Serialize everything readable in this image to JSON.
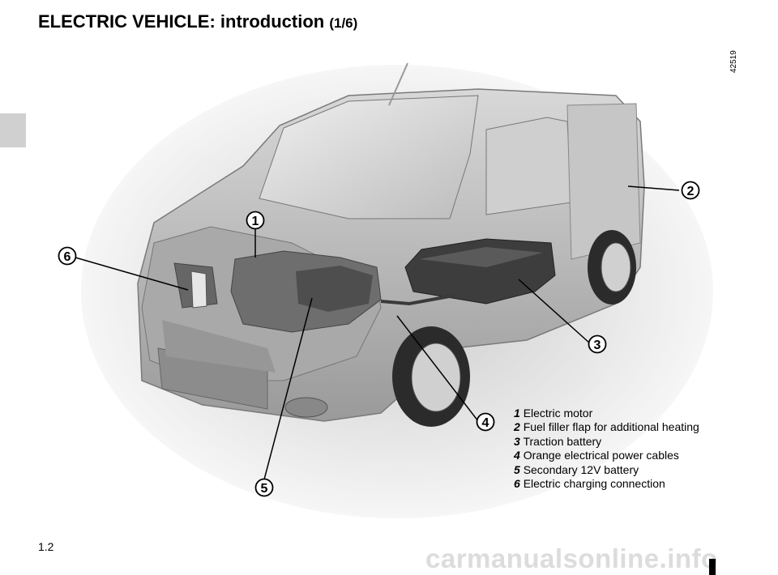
{
  "header": {
    "title": "ELECTRIC VEHICLE: introduction",
    "title_suffix": "(1/6)"
  },
  "figure": {
    "reference_code": "42519",
    "callouts": [
      "1",
      "2",
      "3",
      "4",
      "5",
      "6"
    ]
  },
  "legend": [
    {
      "num": "1",
      "text": "Electric motor"
    },
    {
      "num": "2",
      "text": "Fuel filler flap for additional heating"
    },
    {
      "num": "3",
      "text": "Traction battery"
    },
    {
      "num": "4",
      "text": "Orange electrical power cables"
    },
    {
      "num": "5",
      "text": "Secondary 12V battery"
    },
    {
      "num": "6",
      "text": "Electric charging connection"
    }
  ],
  "footer": {
    "page_number": "1.2",
    "watermark": "carmanualsonline.info"
  }
}
